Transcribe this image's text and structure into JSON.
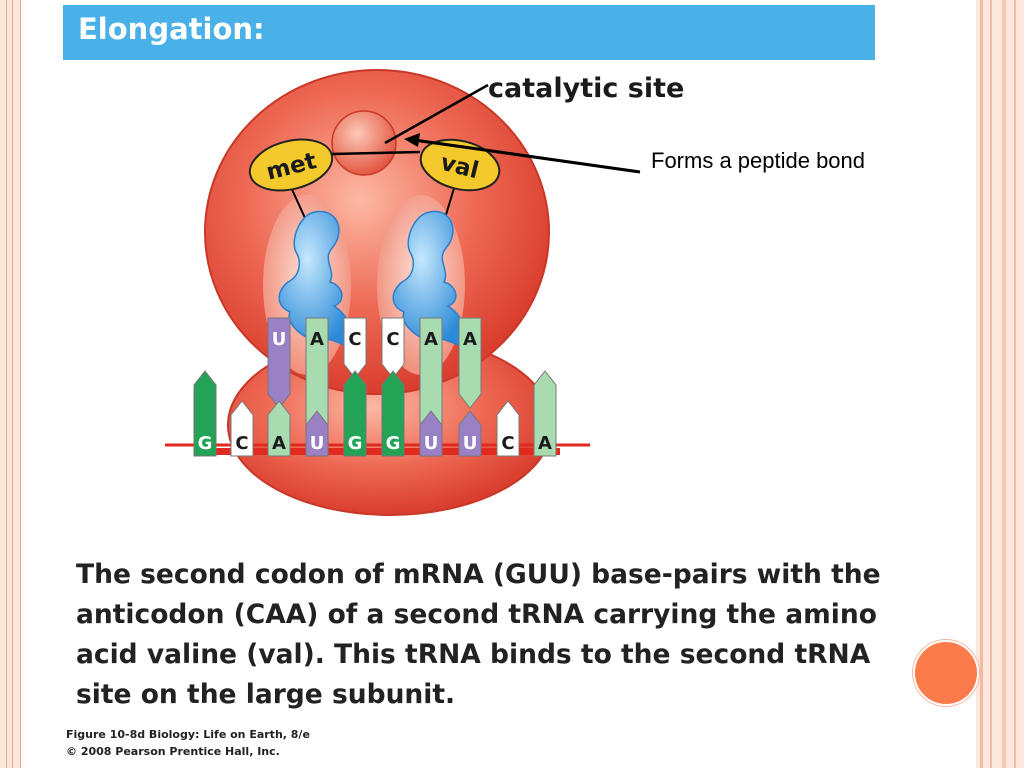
{
  "slide": {
    "title": "Elongation:",
    "body_text": "The second codon of mRNA (GUU) base-pairs with the anticodon (CAA) of a second tRNA carrying the amino acid valine (val). This tRNA binds to the second tRNA site on the large subunit.",
    "figure_credit_line1": "Figure 10-8d  Biology: Life on Earth, 8/e",
    "figure_credit_line2": "© 2008 Pearson Prentice Hall, Inc.",
    "callout_text": "Forms a peptide bond"
  },
  "diagram": {
    "catalytic_site_label": "catalytic site",
    "amino_acid_1": "met",
    "amino_acid_2": "val",
    "anticodon_1": [
      "U",
      "A",
      "C"
    ],
    "anticodon_2": [
      "C",
      "A",
      "A"
    ],
    "mrna_bases": [
      "G",
      "C",
      "A",
      "U",
      "G",
      "G",
      "U",
      "U",
      "C",
      "A"
    ]
  },
  "colors": {
    "header_bar": "#4ab1e8",
    "ribosome": "#e8503f",
    "amino_acid_label": "#f3c92c",
    "base_G": "#22a355",
    "base_C": "#ffffff",
    "base_A": "#a8dbb0",
    "base_U": "#9a80c4",
    "trna": "#4aa3e6",
    "decor_circle": "#fb7c4a"
  }
}
